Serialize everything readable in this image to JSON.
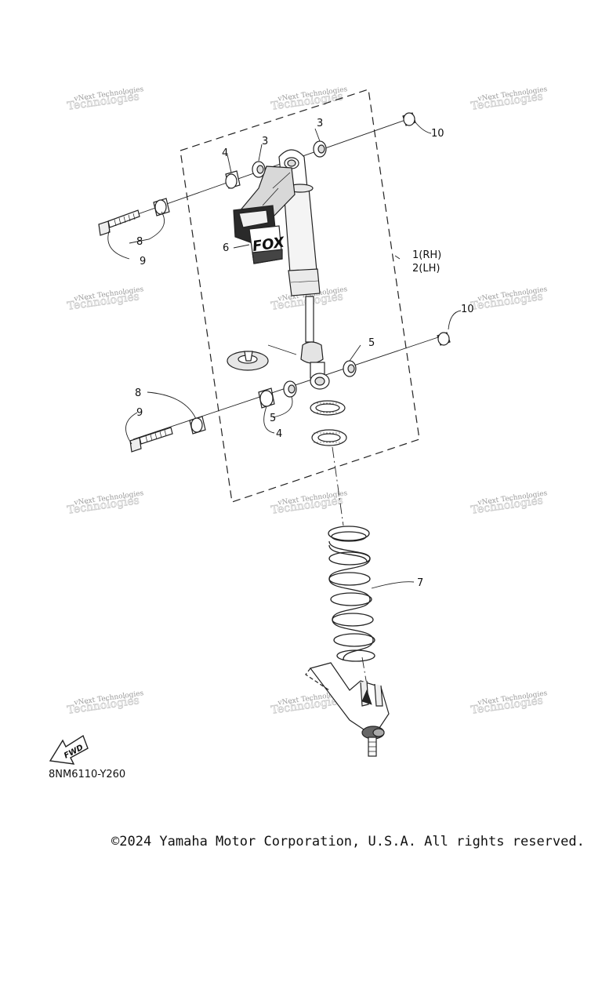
{
  "diagram": {
    "callouts": {
      "c1": "1(RH)",
      "c2": "2(LH)",
      "c3a": "3",
      "c3b": "3",
      "c4a": "4",
      "c4b": "4",
      "c5a": "5",
      "c5b": "5",
      "c6": "6",
      "c7": "7",
      "c8a": "8",
      "c8b": "8",
      "c9a": "9",
      "c9b": "9",
      "c10a": "10",
      "c10b": "10"
    },
    "fwd_label": "FWD",
    "watermark_text": "vNext Technologies"
  },
  "diagram_code": "8NM6110-Y260",
  "copyright": "©2024 Yamaha Motor Corporation, U.S.A. All rights reserved."
}
